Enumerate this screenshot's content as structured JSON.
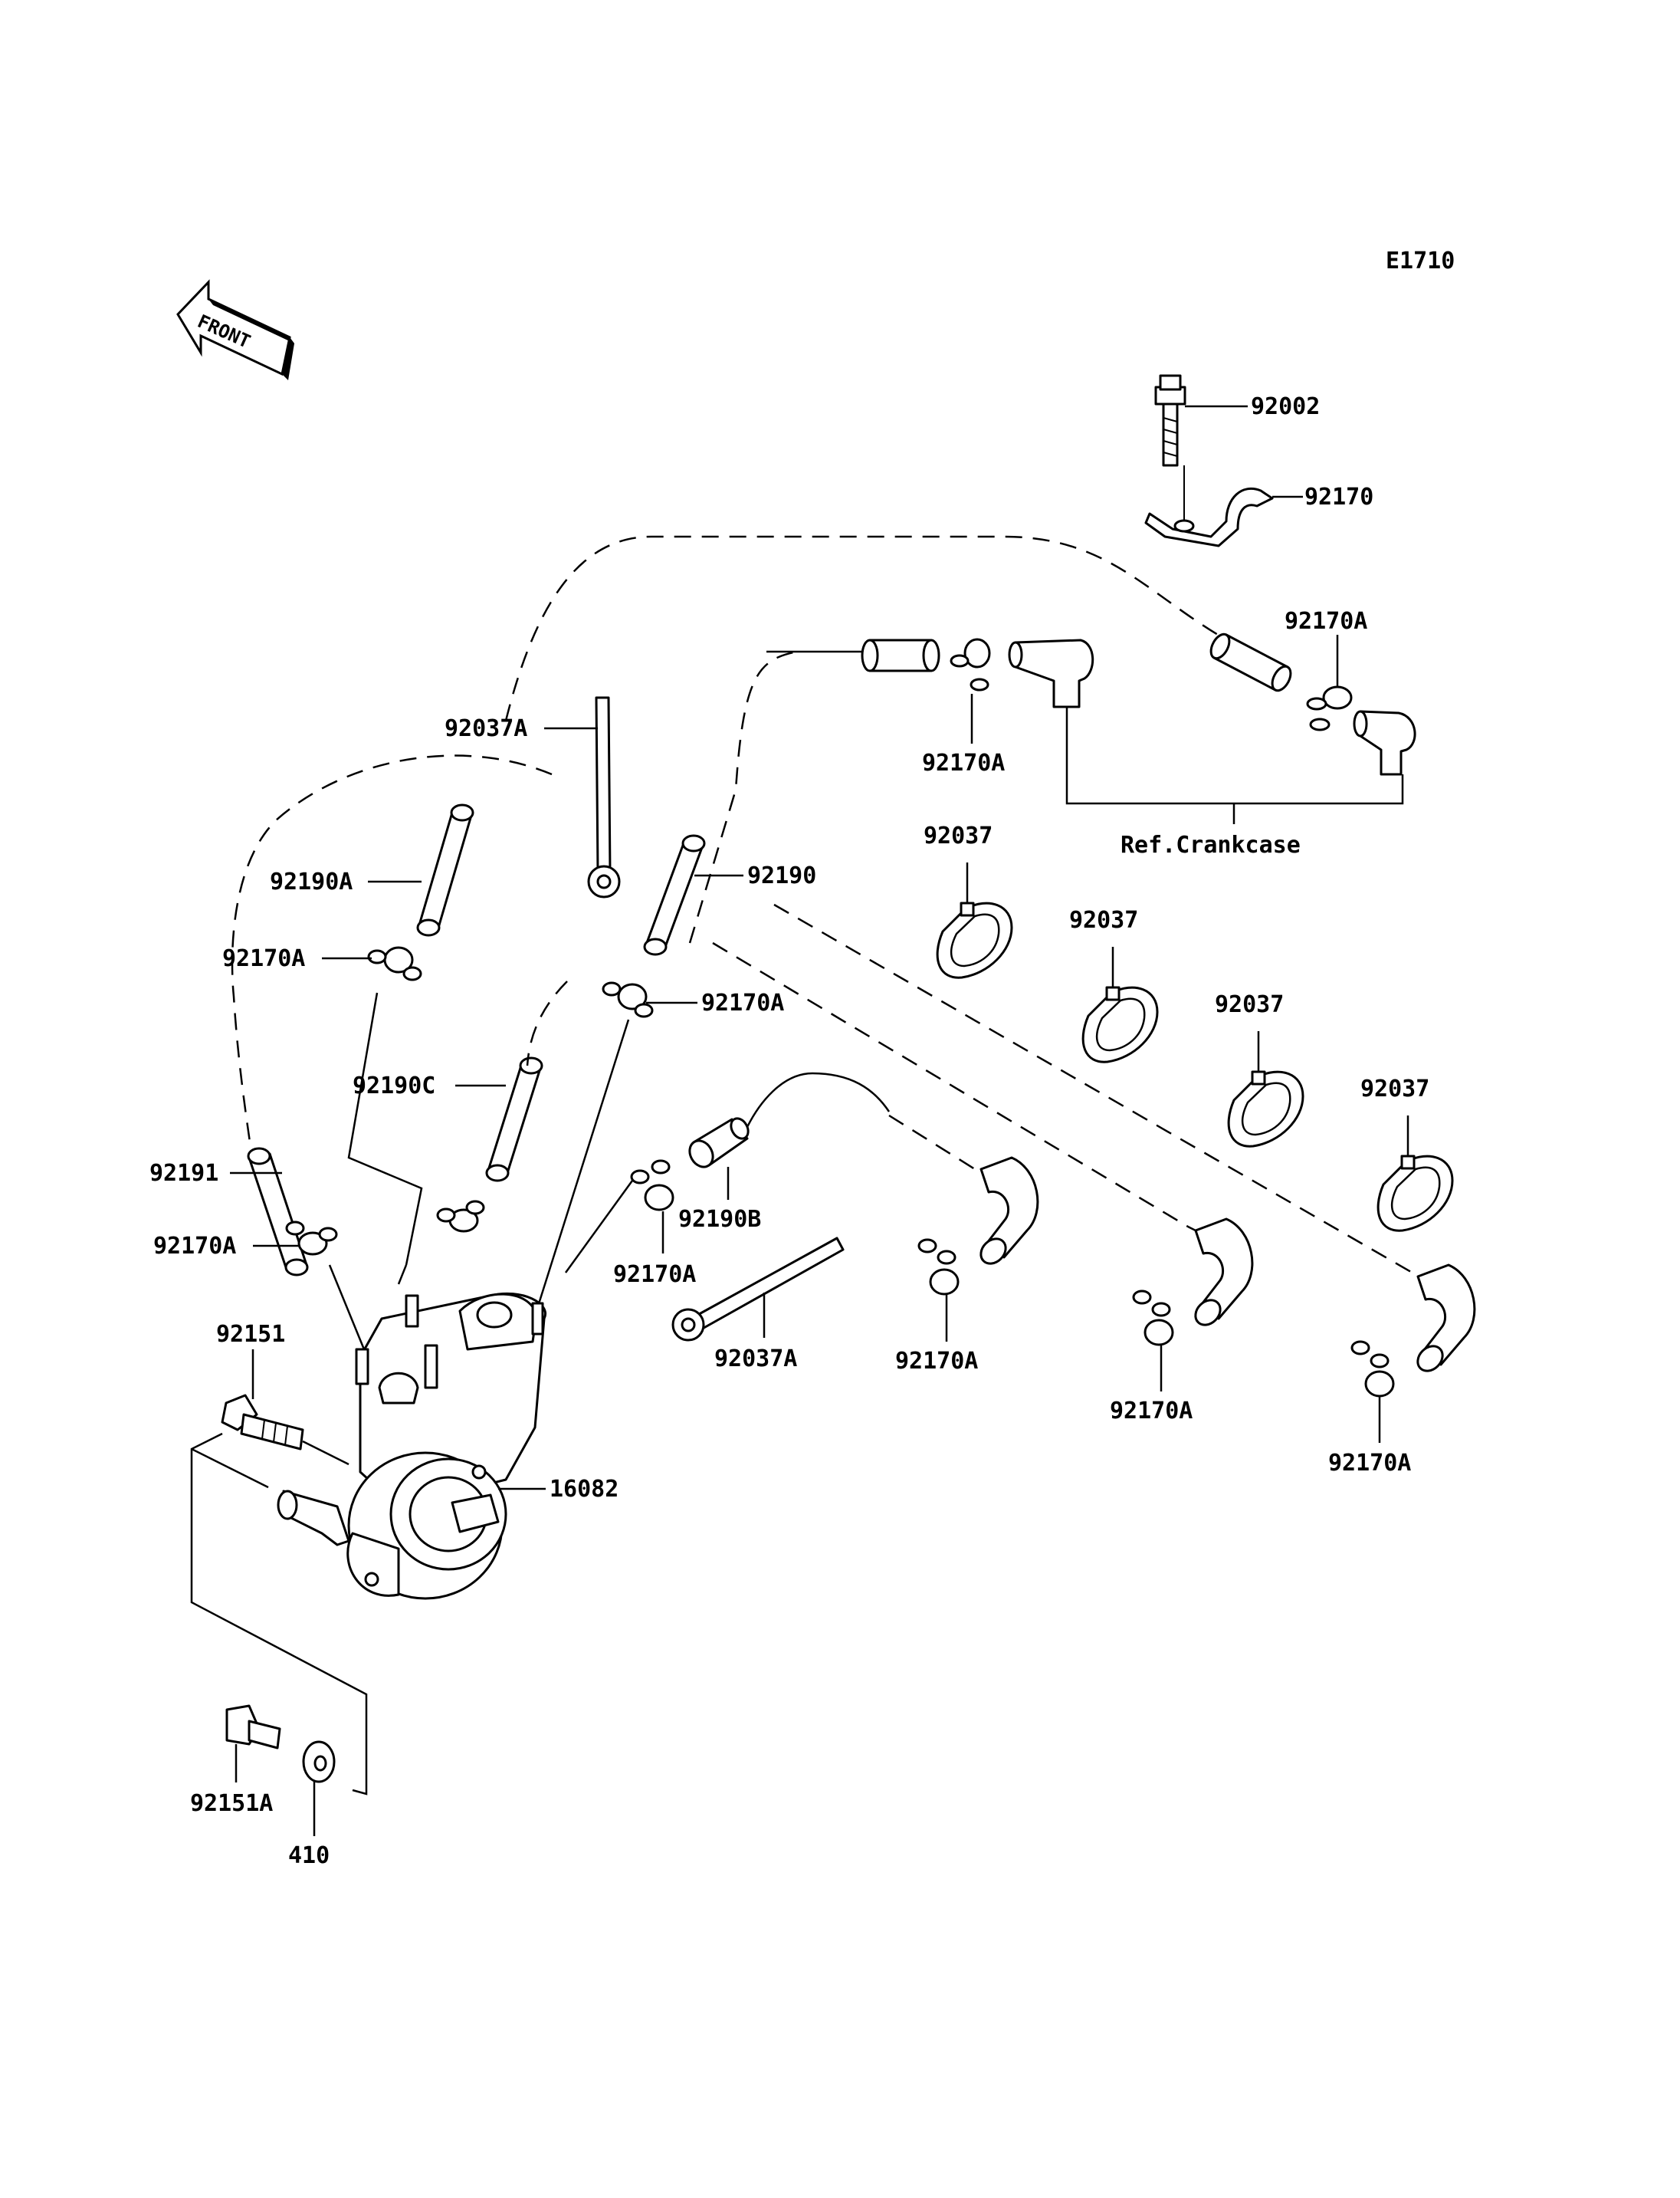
{
  "diagram_code": "E1710",
  "front_label": "FRONT",
  "ref_label": "Ref.Crankcase",
  "part_labels": {
    "p92002": "92002",
    "p92170": "92170",
    "p92170A_topright": "92170A",
    "p92170A_topmid": "92170A",
    "p92037A_top": "92037A",
    "p92190": "92190",
    "p92190A": "92190A",
    "p92170A_left1": "92170A",
    "p92170A_mid": "92170A",
    "p92190C": "92190C",
    "p92191": "92191",
    "p92170A_left2": "92170A",
    "p92190B": "92190B",
    "p92170A_center": "92170A",
    "p92037A_bottom": "92037A",
    "p92170A_b1": "92170A",
    "p92170A_b2": "92170A",
    "p92170A_b3": "92170A",
    "p92037_1": "92037",
    "p92037_2": "92037",
    "p92037_3": "92037",
    "p92037_4": "92037",
    "p92151": "92151",
    "p16082": "16082",
    "p92151A": "92151A",
    "p410": "410"
  }
}
